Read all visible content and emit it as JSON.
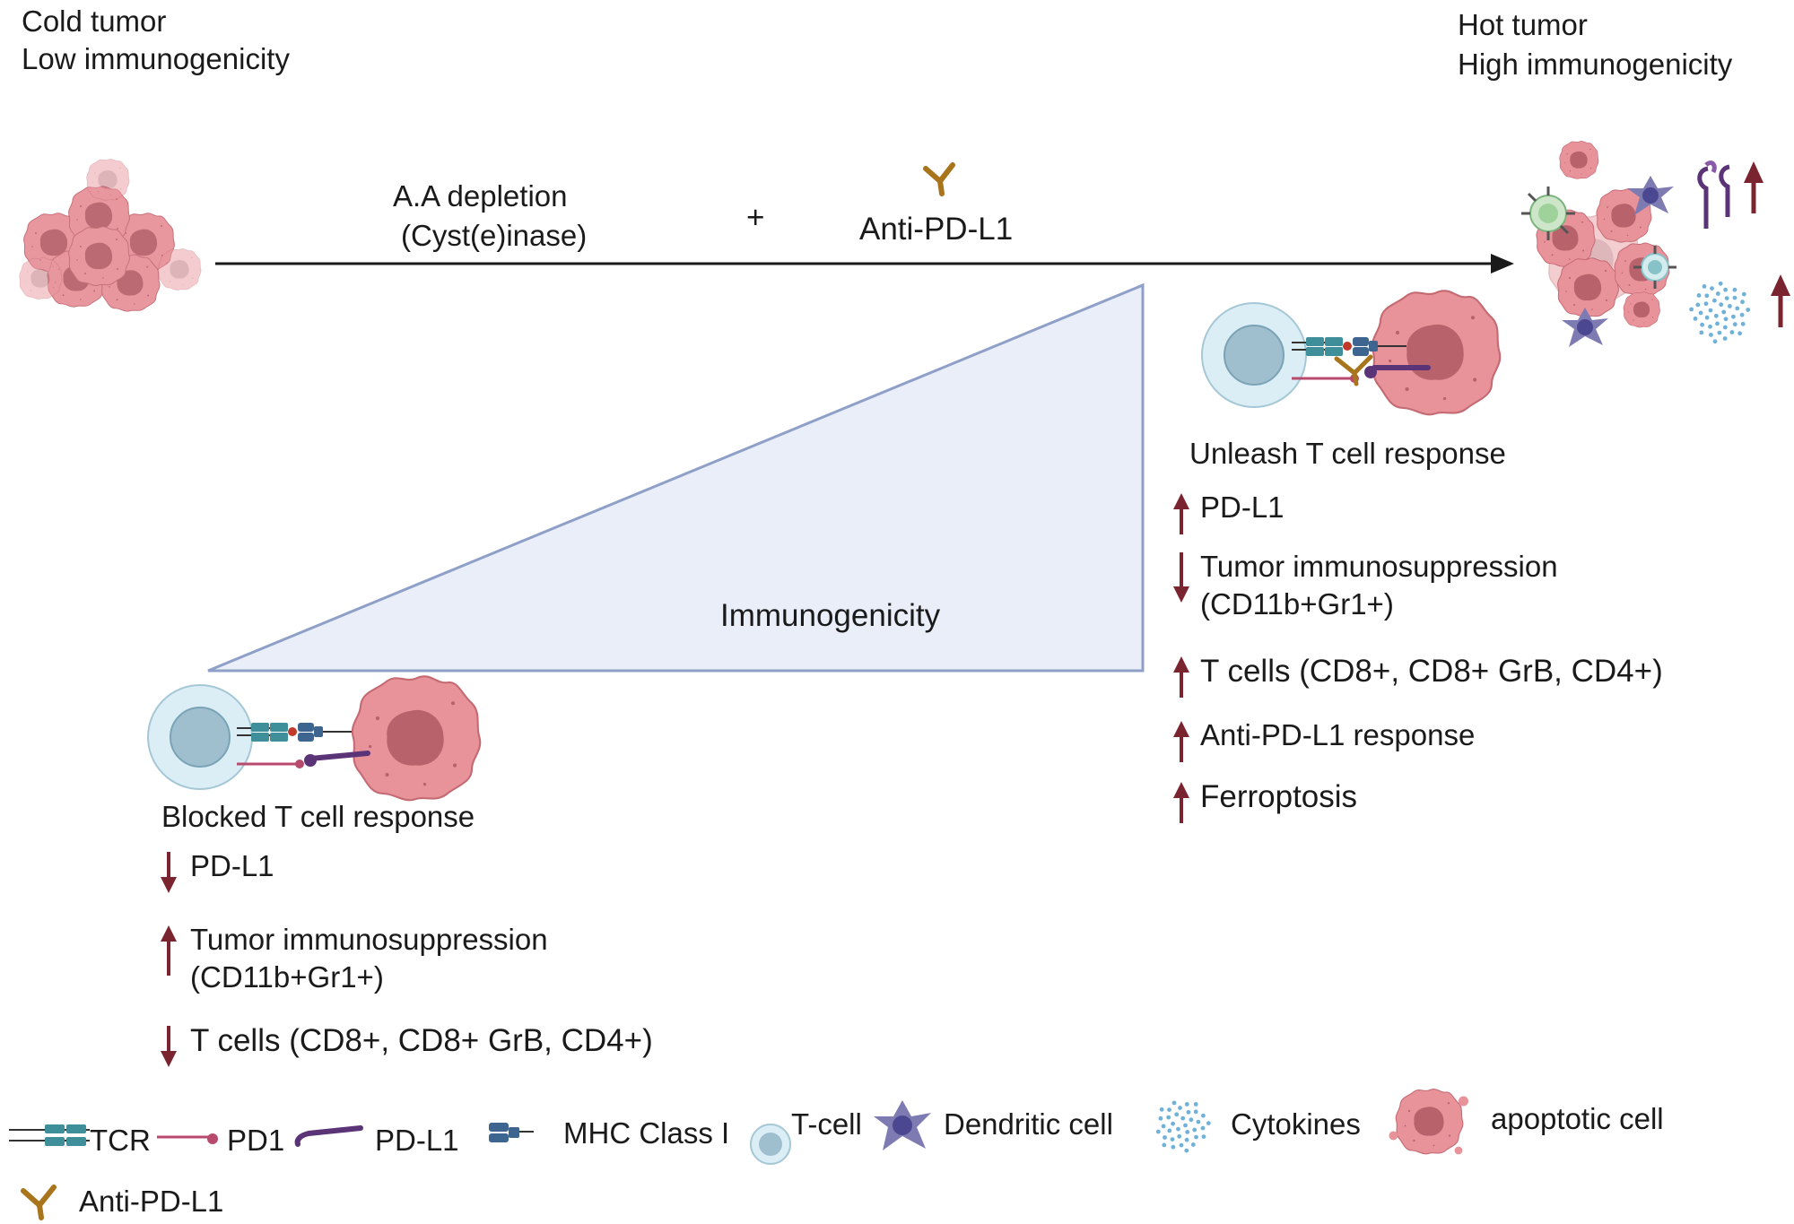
{
  "header": {
    "left_line1": "Cold tumor",
    "left_line2": "Low immunogenicity",
    "right_line1": "Hot tumor",
    "right_line2": "High immunogenicity"
  },
  "treatment": {
    "step1_line1": "A.A depletion",
    "step1_line2": "(Cyst(e)inase)",
    "plus": "+",
    "step2": "Anti-PD-L1"
  },
  "gradient_label": "Immunogenicity",
  "blocked": {
    "title": "Blocked T cell response",
    "items": [
      {
        "direction": "down",
        "line1": "PD-L1",
        "line2": ""
      },
      {
        "direction": "up",
        "line1": "Tumor immunosuppression",
        "line2": "(CD11b+Gr1+)"
      },
      {
        "direction": "down",
        "line1": "T cells (CD8+, CD8+ GrB, CD4+)",
        "line2": ""
      }
    ]
  },
  "unleash": {
    "title": "Unleash T cell response",
    "items": [
      {
        "direction": "up",
        "line1": "PD-L1",
        "line2": ""
      },
      {
        "direction": "down",
        "line1": "Tumor immunosuppression",
        "line2": "(CD11b+Gr1+)"
      },
      {
        "direction": "up",
        "line1": "T cells (CD8+, CD8+ GrB, CD4+)",
        "line2": ""
      },
      {
        "direction": "up",
        "line1": "Anti-PD-L1 response",
        "line2": ""
      },
      {
        "direction": "up",
        "line1": "Ferroptosis",
        "line2": ""
      }
    ]
  },
  "legend": [
    {
      "icon": "tcr-icon",
      "label": "TCR"
    },
    {
      "icon": "pd1-icon",
      "label": "PD1"
    },
    {
      "icon": "pdl1-icon",
      "label": "PD-L1"
    },
    {
      "icon": "mhc-class-i-icon",
      "label": "MHC Class I"
    },
    {
      "icon": "t-cell-icon",
      "label": "T-cell"
    },
    {
      "icon": "dendritic-cell-icon",
      "label": "Dendritic cell"
    },
    {
      "icon": "cytokines-icon",
      "label": "Cytokines"
    },
    {
      "icon": "apoptotic-cell-icon",
      "label": "apoptotic cell"
    },
    {
      "icon": "anti-pdl1-antibody-icon",
      "label": "Anti-PD-L1"
    }
  ],
  "colors": {
    "arrow_red": "#7a2430",
    "tumor_pink": "#e8929a",
    "tumor_nucleus": "#b8626b",
    "tcell_blue": "#a6c8d6",
    "tcr_teal": "#3f8f9a",
    "mhc_blue": "#3d6590",
    "pd1_magenta": "#b84a6e",
    "pdl1_purple": "#5b3478",
    "antibody_brown": "#a8741c",
    "triangle_fill": "#e9eef8",
    "triangle_stroke": "#8fa0c8",
    "dendritic_purple": "#7e7ab2"
  }
}
